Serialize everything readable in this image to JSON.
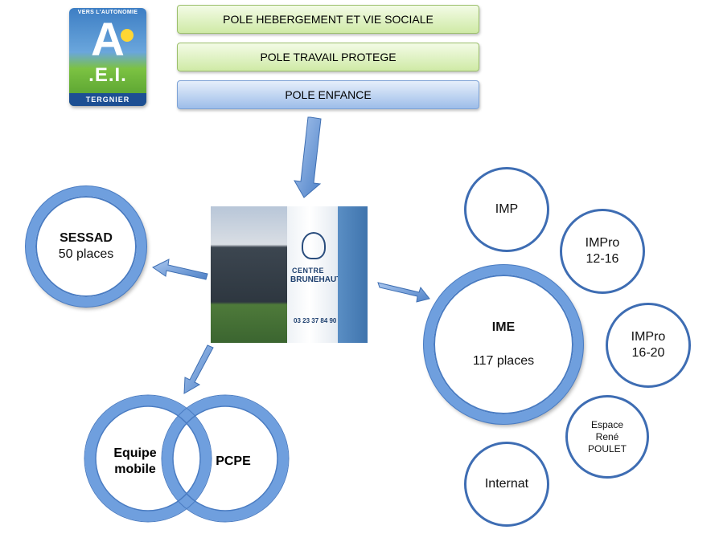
{
  "logo": {
    "top_text": "VERS L'AUTONOMIE",
    "letter": "A",
    "ei": ".E.I.",
    "city": "TERGNIER"
  },
  "poles": [
    {
      "label": "POLE HEBERGEMENT ET VIE SOCIALE",
      "style": "green"
    },
    {
      "label": "POLE TRAVAIL PROTEGE",
      "style": "green"
    },
    {
      "label": "POLE ENFANCE",
      "style": "blue"
    }
  ],
  "photo": {
    "sign_line1": "CENTRE",
    "sign_line2": "BRUNEHAUT",
    "sign_phone": "03 23 37 84 90"
  },
  "sessad": {
    "title": "SESSAD",
    "subtitle": "50 places"
  },
  "ime": {
    "title": "IME",
    "subtitle": "117 places"
  },
  "satellites": {
    "imp": "IMP",
    "impro_12_16_l1": "IMPro",
    "impro_12_16_l2": "12-16",
    "impro_16_20_l1": "IMPro",
    "impro_16_20_l2": "16-20",
    "espace_l1": "Espace",
    "espace_l2": "René",
    "espace_l3": "POULET",
    "internat": "Internat"
  },
  "bottom": {
    "equipe_l1": "Equipe",
    "equipe_l2": "mobile",
    "pcpe": "PCPE"
  },
  "colors": {
    "ring_fill": "#6f9fde",
    "ring_dark": "#3e6db3",
    "arrow": "#6f9fde",
    "pole_green": "#cfeaa6",
    "pole_blue": "#9dbde9"
  }
}
